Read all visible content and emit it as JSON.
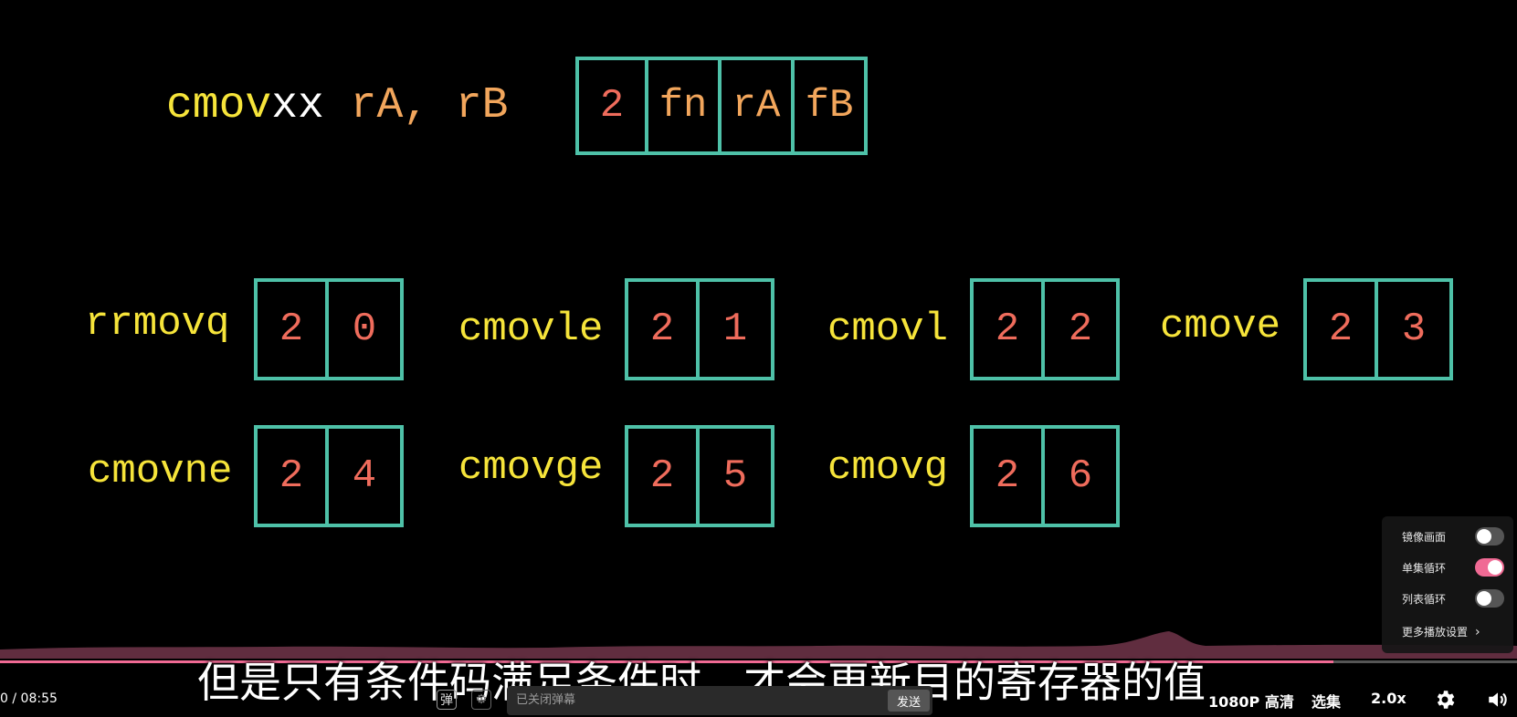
{
  "header": {
    "mnemonic_kw": "cmov",
    "mnemonic_suffix": "xx",
    "operands": " rA, rB",
    "encoding": [
      "2",
      "fn",
      "rA",
      "fB"
    ]
  },
  "instructions": [
    {
      "name": "rrmovq",
      "codes": [
        "2",
        "0"
      ]
    },
    {
      "name": "cmovle",
      "codes": [
        "2",
        "1"
      ]
    },
    {
      "name": "cmovl",
      "codes": [
        "2",
        "2"
      ]
    },
    {
      "name": "cmove",
      "codes": [
        "2",
        "3"
      ]
    },
    {
      "name": "cmovne",
      "codes": [
        "2",
        "4"
      ]
    },
    {
      "name": "cmovge",
      "codes": [
        "2",
        "5"
      ]
    },
    {
      "name": "cmovg",
      "codes": [
        "2",
        "6"
      ]
    }
  ],
  "settings_menu": {
    "mirror_label": "镜像画面",
    "mirror_on": false,
    "single_loop_label": "单集循环",
    "single_loop_on": true,
    "list_loop_label": "列表循环",
    "list_loop_on": false,
    "more_label": "更多播放设置"
  },
  "subtitle": "但是只有条件码满足条件时，才会更新目的寄存器的值",
  "controls": {
    "time_current": "0",
    "time_separator": "/",
    "time_total": "08:55",
    "danmu_placeholder": "已关闭弹幕",
    "send_label": "发送",
    "quality_label": "1080P 高清",
    "episodes_label": "选集",
    "speed_label": "2.0x",
    "settings_icon": "gear-icon",
    "volume_icon": "speaker-icon"
  },
  "colors": {
    "keyword": "#f6e43a",
    "operand": "#f2a65c",
    "code_value": "#ef6c5c",
    "box_border": "#4ec1a8",
    "accent": "#f06a94"
  }
}
